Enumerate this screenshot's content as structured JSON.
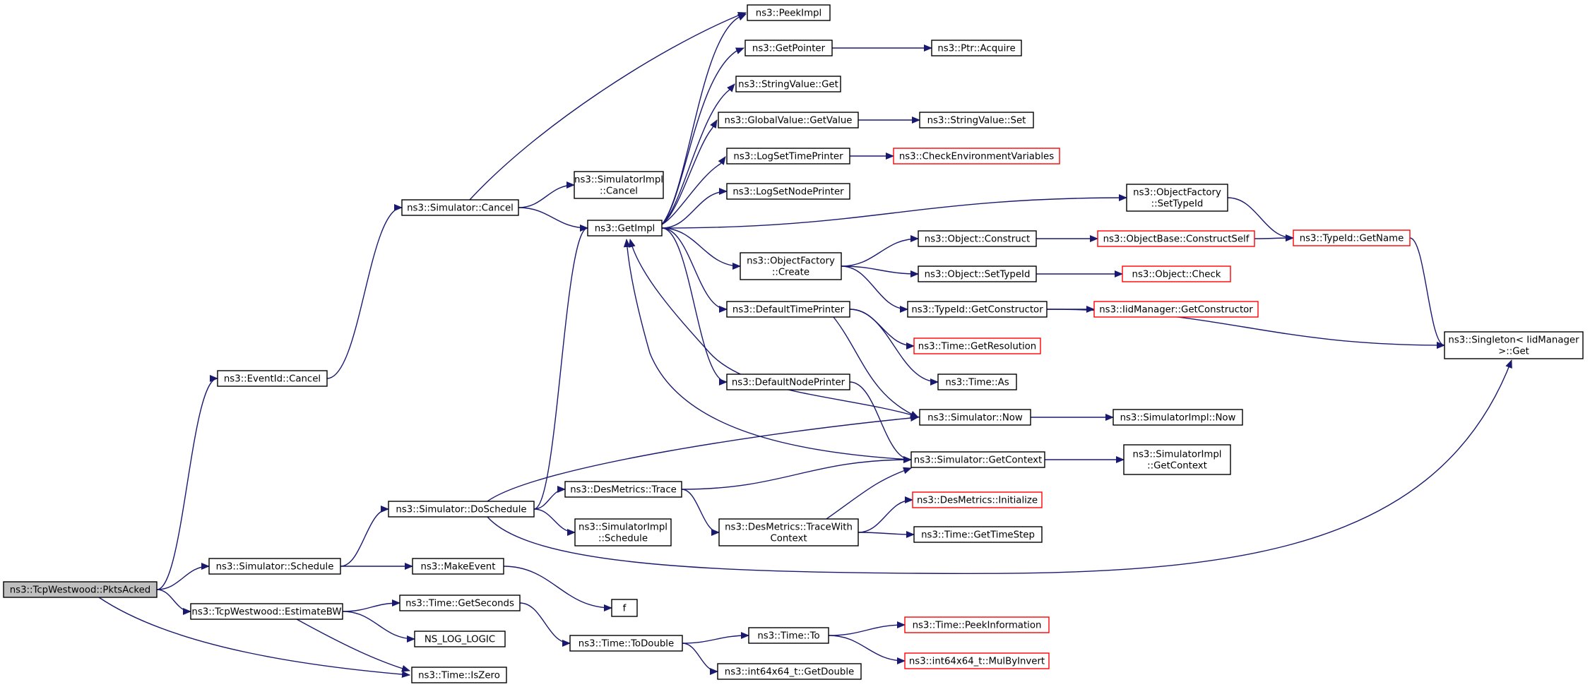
{
  "graph": {
    "edge_color": "#191970",
    "missing_node_border_color": "#ff0000",
    "root_fill": "#bfbfbf",
    "nodes": [
      {
        "id": "pktsacked",
        "lines": [
          "ns3::TcpWestwood::PktsAcked"
        ],
        "style": "root"
      },
      {
        "id": "eventcancel",
        "lines": [
          "ns3::EventId::Cancel"
        ],
        "style": "normal"
      },
      {
        "id": "simcancel",
        "lines": [
          "ns3::Simulator::Cancel"
        ],
        "style": "normal"
      },
      {
        "id": "peekimpl",
        "lines": [
          "ns3::PeekImpl"
        ],
        "style": "normal"
      },
      {
        "id": "getpointer",
        "lines": [
          "ns3::GetPointer"
        ],
        "style": "normal"
      },
      {
        "id": "ptracquire",
        "lines": [
          "ns3::Ptr::Acquire"
        ],
        "style": "normal"
      },
      {
        "id": "stringget",
        "lines": [
          "ns3::StringValue::Get"
        ],
        "style": "normal"
      },
      {
        "id": "globalgetvalue",
        "lines": [
          "ns3::GlobalValue::GetValue"
        ],
        "style": "normal"
      },
      {
        "id": "stringset",
        "lines": [
          "ns3::StringValue::Set"
        ],
        "style": "normal"
      },
      {
        "id": "logsettime",
        "lines": [
          "ns3::LogSetTimePrinter"
        ],
        "style": "normal"
      },
      {
        "id": "checkenv",
        "lines": [
          "ns3::CheckEnvironmentVariables"
        ],
        "style": "missing"
      },
      {
        "id": "logsetnode",
        "lines": [
          "ns3::LogSetNodePrinter"
        ],
        "style": "normal"
      },
      {
        "id": "simimplcancel",
        "lines": [
          "ns3::SimulatorImpl",
          "::Cancel"
        ],
        "style": "normal"
      },
      {
        "id": "getimpl",
        "lines": [
          "ns3::GetImpl"
        ],
        "style": "normal"
      },
      {
        "id": "ofsettypeid",
        "lines": [
          "ns3::ObjectFactory",
          "::SetTypeId"
        ],
        "style": "normal"
      },
      {
        "id": "typeidgetname",
        "lines": [
          "ns3::TypeId::GetName"
        ],
        "style": "missing"
      },
      {
        "id": "objconstruct",
        "lines": [
          "ns3::Object::Construct"
        ],
        "style": "normal"
      },
      {
        "id": "constructself",
        "lines": [
          "ns3::ObjectBase::ConstructSelf"
        ],
        "style": "missing"
      },
      {
        "id": "ofcreate",
        "lines": [
          "ns3::ObjectFactory",
          "::Create"
        ],
        "style": "normal"
      },
      {
        "id": "objsettypeid",
        "lines": [
          "ns3::Object::SetTypeId"
        ],
        "style": "normal"
      },
      {
        "id": "objcheck",
        "lines": [
          "ns3::Object::Check"
        ],
        "style": "missing"
      },
      {
        "id": "defaulttime",
        "lines": [
          "ns3::DefaultTimePrinter"
        ],
        "style": "normal"
      },
      {
        "id": "getconstructor",
        "lines": [
          "ns3::TypeId::GetConstructor"
        ],
        "style": "normal"
      },
      {
        "id": "iidgetconstructor",
        "lines": [
          "ns3::IidManager::GetConstructor"
        ],
        "style": "missing"
      },
      {
        "id": "singleton",
        "lines": [
          "ns3::Singleton< IidManager",
          " >::Get"
        ],
        "style": "normal"
      },
      {
        "id": "getresolution",
        "lines": [
          "ns3::Time::GetResolution"
        ],
        "style": "missing"
      },
      {
        "id": "timeas",
        "lines": [
          "ns3::Time::As"
        ],
        "style": "normal"
      },
      {
        "id": "defaultnode",
        "lines": [
          "ns3::DefaultNodePrinter"
        ],
        "style": "normal"
      },
      {
        "id": "simnow",
        "lines": [
          "ns3::Simulator::Now"
        ],
        "style": "normal"
      },
      {
        "id": "simimplnow",
        "lines": [
          "ns3::SimulatorImpl::Now"
        ],
        "style": "normal"
      },
      {
        "id": "simgetcontext",
        "lines": [
          "ns3::Simulator::GetContext"
        ],
        "style": "normal"
      },
      {
        "id": "simimplgetcontext",
        "lines": [
          "ns3::SimulatorImpl",
          "::GetContext"
        ],
        "style": "normal"
      },
      {
        "id": "doschedule",
        "lines": [
          "ns3::Simulator::DoSchedule"
        ],
        "style": "normal"
      },
      {
        "id": "desmtrace",
        "lines": [
          "ns3::DesMetrics::Trace"
        ],
        "style": "normal"
      },
      {
        "id": "desminit",
        "lines": [
          "ns3::DesMetrics::Initialize"
        ],
        "style": "missing"
      },
      {
        "id": "tracewithctx",
        "lines": [
          "ns3::DesMetrics::TraceWith",
          "Context"
        ],
        "style": "normal"
      },
      {
        "id": "simimplschedule",
        "lines": [
          "ns3::SimulatorImpl",
          "::Schedule"
        ],
        "style": "normal"
      },
      {
        "id": "gettimestep",
        "lines": [
          "ns3::Time::GetTimeStep"
        ],
        "style": "normal"
      },
      {
        "id": "simschedule",
        "lines": [
          "ns3::Simulator::Schedule"
        ],
        "style": "normal"
      },
      {
        "id": "makeevent",
        "lines": [
          "ns3::MakeEvent"
        ],
        "style": "normal"
      },
      {
        "id": "f",
        "lines": [
          "f"
        ],
        "style": "normal"
      },
      {
        "id": "estimatebw",
        "lines": [
          "ns3::TcpWestwood::EstimateBW"
        ],
        "style": "normal"
      },
      {
        "id": "getseconds",
        "lines": [
          "ns3::Time::GetSeconds"
        ],
        "style": "normal"
      },
      {
        "id": "nslog",
        "lines": [
          "NS_LOG_LOGIC"
        ],
        "style": "normal"
      },
      {
        "id": "todouble",
        "lines": [
          "ns3::Time::ToDouble"
        ],
        "style": "normal"
      },
      {
        "id": "timeto",
        "lines": [
          "ns3::Time::To"
        ],
        "style": "normal"
      },
      {
        "id": "peekinfo",
        "lines": [
          "ns3::Time::PeekInformation"
        ],
        "style": "missing"
      },
      {
        "id": "mulbyinvert",
        "lines": [
          "ns3::int64x64_t::MulByInvert"
        ],
        "style": "missing"
      },
      {
        "id": "getdouble",
        "lines": [
          "ns3::int64x64_t::GetDouble"
        ],
        "style": "normal"
      },
      {
        "id": "iszero",
        "lines": [
          "ns3::Time::IsZero"
        ],
        "style": "normal"
      }
    ],
    "edges": [
      [
        "pktsacked",
        "eventcancel"
      ],
      [
        "pktsacked",
        "simschedule"
      ],
      [
        "pktsacked",
        "estimatebw"
      ],
      [
        "pktsacked",
        "iszero"
      ],
      [
        "eventcancel",
        "simcancel"
      ],
      [
        "simcancel",
        "peekimpl"
      ],
      [
        "simcancel",
        "simimplcancel"
      ],
      [
        "simcancel",
        "getimpl"
      ],
      [
        "getimpl",
        "peekimpl"
      ],
      [
        "getimpl",
        "getpointer"
      ],
      [
        "getimpl",
        "stringget"
      ],
      [
        "getimpl",
        "globalgetvalue"
      ],
      [
        "getimpl",
        "logsettime"
      ],
      [
        "getimpl",
        "logsetnode"
      ],
      [
        "getimpl",
        "ofsettypeid"
      ],
      [
        "getimpl",
        "ofcreate"
      ],
      [
        "getimpl",
        "defaulttime"
      ],
      [
        "getimpl",
        "defaultnode"
      ],
      [
        "getpointer",
        "ptracquire"
      ],
      [
        "globalgetvalue",
        "stringset"
      ],
      [
        "logsettime",
        "checkenv"
      ],
      [
        "ofsettypeid",
        "typeidgetname"
      ],
      [
        "typeidgetname",
        "singleton"
      ],
      [
        "ofcreate",
        "objconstruct"
      ],
      [
        "ofcreate",
        "objsettypeid"
      ],
      [
        "ofcreate",
        "getconstructor"
      ],
      [
        "objconstruct",
        "constructself"
      ],
      [
        "constructself",
        "typeidgetname"
      ],
      [
        "objsettypeid",
        "objcheck"
      ],
      [
        "getconstructor",
        "iidgetconstructor"
      ],
      [
        "getconstructor",
        "singleton"
      ],
      [
        "defaulttime",
        "getresolution"
      ],
      [
        "defaulttime",
        "timeas"
      ],
      [
        "defaulttime",
        "simnow"
      ],
      [
        "defaultnode",
        "simgetcontext"
      ],
      [
        "simnow",
        "getimpl"
      ],
      [
        "simnow",
        "simimplnow"
      ],
      [
        "simgetcontext",
        "getimpl"
      ],
      [
        "simgetcontext",
        "simimplgetcontext"
      ],
      [
        "simschedule",
        "doschedule"
      ],
      [
        "simschedule",
        "makeevent"
      ],
      [
        "doschedule",
        "getimpl"
      ],
      [
        "doschedule",
        "simnow"
      ],
      [
        "doschedule",
        "desmtrace"
      ],
      [
        "doschedule",
        "simimplschedule"
      ],
      [
        "doschedule",
        "singleton"
      ],
      [
        "desmtrace",
        "simgetcontext"
      ],
      [
        "desmtrace",
        "tracewithctx"
      ],
      [
        "tracewithctx",
        "simgetcontext"
      ],
      [
        "tracewithctx",
        "desminit"
      ],
      [
        "tracewithctx",
        "gettimestep"
      ],
      [
        "makeevent",
        "f"
      ],
      [
        "estimatebw",
        "getseconds"
      ],
      [
        "estimatebw",
        "nslog"
      ],
      [
        "estimatebw",
        "iszero"
      ],
      [
        "getseconds",
        "todouble"
      ],
      [
        "todouble",
        "timeto"
      ],
      [
        "todouble",
        "getdouble"
      ],
      [
        "timeto",
        "peekinfo"
      ],
      [
        "timeto",
        "mulbyinvert"
      ]
    ]
  }
}
